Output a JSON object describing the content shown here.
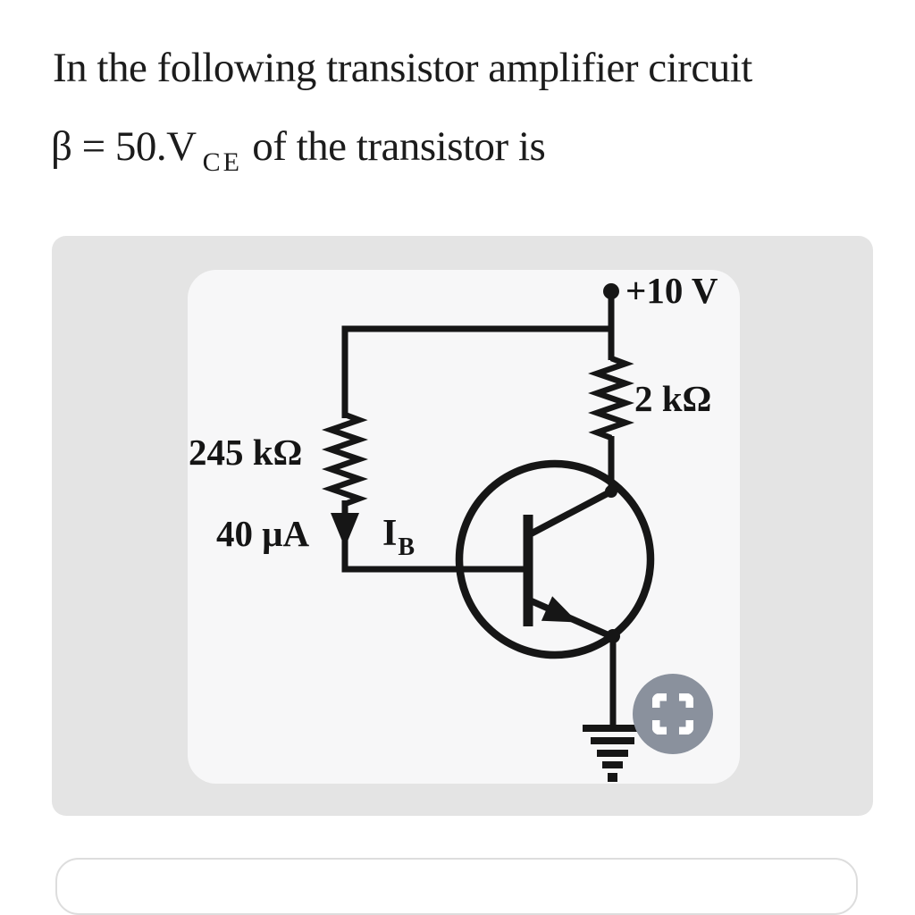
{
  "question": {
    "line1": "In the following transistor amplifier circuit",
    "line2_prefix": "β = 50.V",
    "line2_sub": "CE",
    "line2_suffix": " of the transistor is"
  },
  "circuit": {
    "supply_label": "+10 V",
    "collector_resistor_label": "2 kΩ",
    "base_resistor_label": "245 kΩ",
    "base_current_label": "40 μA",
    "base_current_symbol": "I",
    "base_current_symbol_sub": "B",
    "transistor_type": "NPN",
    "icon": "fullscreen-icon"
  },
  "colors": {
    "text": "#1c1c1c",
    "figure_card_bg": "#e4e4e4",
    "inner_card_bg": "#f7f7f8",
    "circuit_line": "#161616",
    "icon_bg": "#8a919d",
    "icon_glyph": "#ffffff",
    "option_border": "#dddddd"
  }
}
